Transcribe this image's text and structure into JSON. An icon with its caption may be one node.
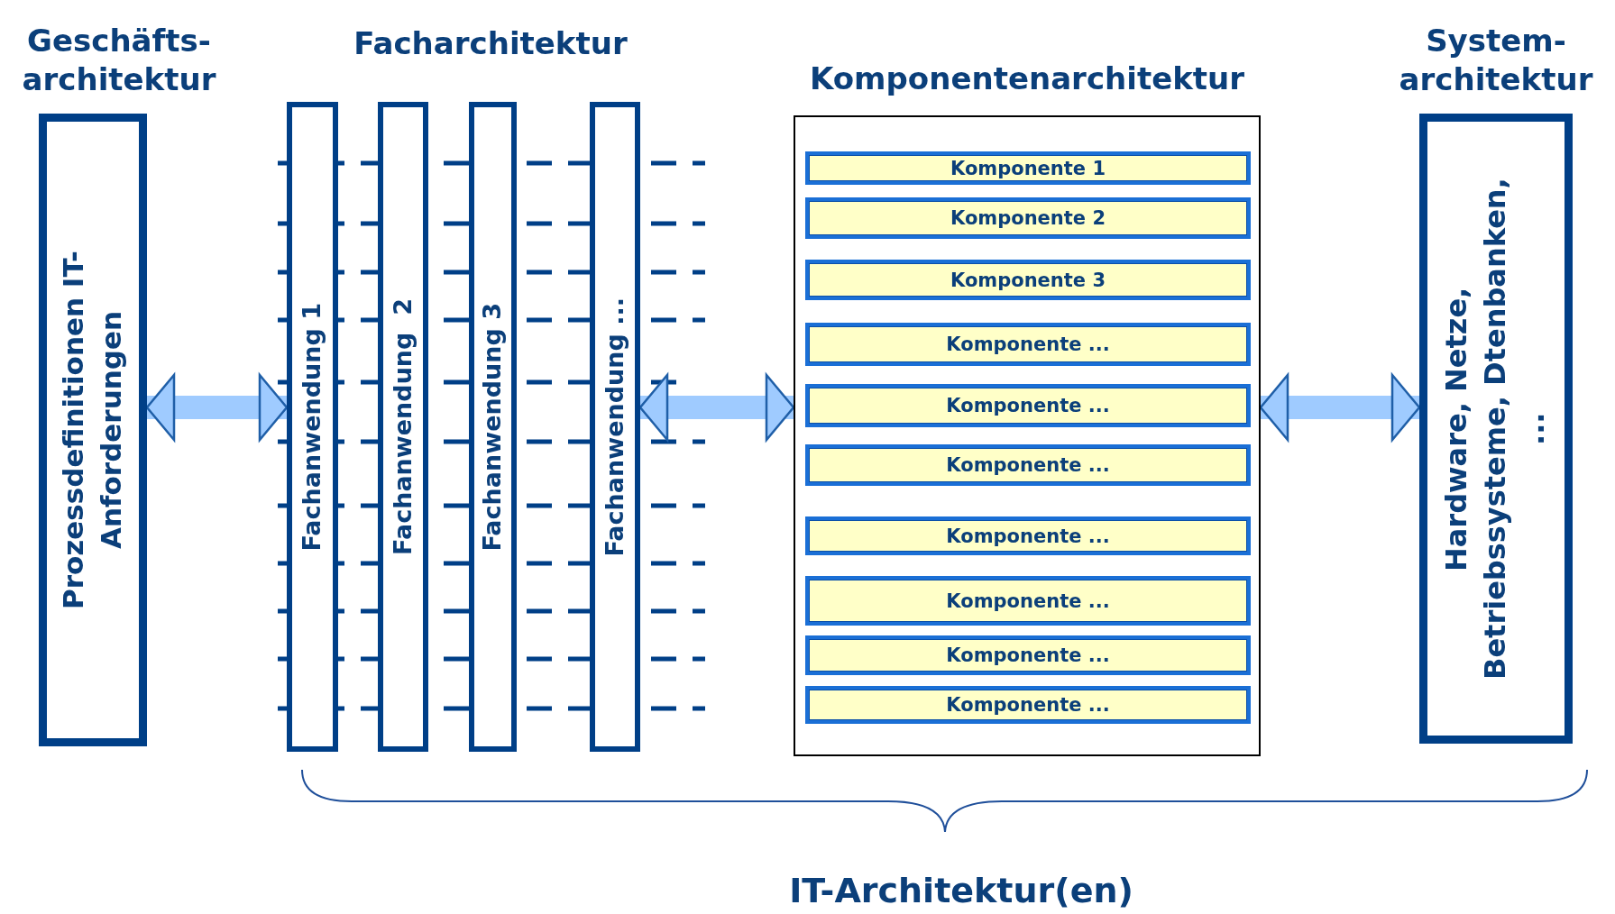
{
  "diagram": {
    "nodes": [
      {
        "text": [
          "Geschäfts- architektur",
          "Prozessdefinitionen IT-Anforderungen"
        ]
      },
      {
        "text": [
          "Fachanwendung 1"
        ]
      },
      {
        "text": [
          "Fachanwendung  2"
        ]
      },
      {
        "text": [
          "Fachanwendung 3"
        ]
      },
      {
        "text": [
          "Fachanwendung ..."
        ]
      },
      {
        "text": [
          "Komponentenarchitektur"
        ]
      },
      {
        "text": [
          "Komponente 1"
        ],
        "in": 5
      },
      {
        "text": [
          "Komponente 2"
        ],
        "in": 5
      },
      {
        "text": [
          "Komponente 3"
        ],
        "in": 5
      },
      {
        "text": [
          "Komponente ..."
        ],
        "in": 5
      },
      {
        "text": [
          "Komponente ..."
        ],
        "in": 5
      },
      {
        "text": [
          "Komponente ..."
        ],
        "in": 5
      },
      {
        "text": [
          "Komponente ..."
        ],
        "in": 5
      },
      {
        "text": [
          "Komponente ..."
        ],
        "in": 5
      },
      {
        "text": [
          "Komponente ..."
        ],
        "in": 5
      },
      {
        "text": [
          "Komponente ..."
        ],
        "in": 5
      },
      {
        "text": [
          "System- architektur",
          "Hardware, Netze, Betriebssysteme, Dtenbanken, ..."
        ]
      }
    ],
    "edges": [
      {
        "from": 0,
        "to": 1,
        "arrow": "both"
      },
      {
        "from": 4,
        "to": 5,
        "arrow": "both"
      },
      {
        "from": 5,
        "to": 16,
        "arrow": "both"
      }
    ],
    "labels": [
      "Facharchitektur",
      "IT-Architektur(en)"
    ]
  }
}
